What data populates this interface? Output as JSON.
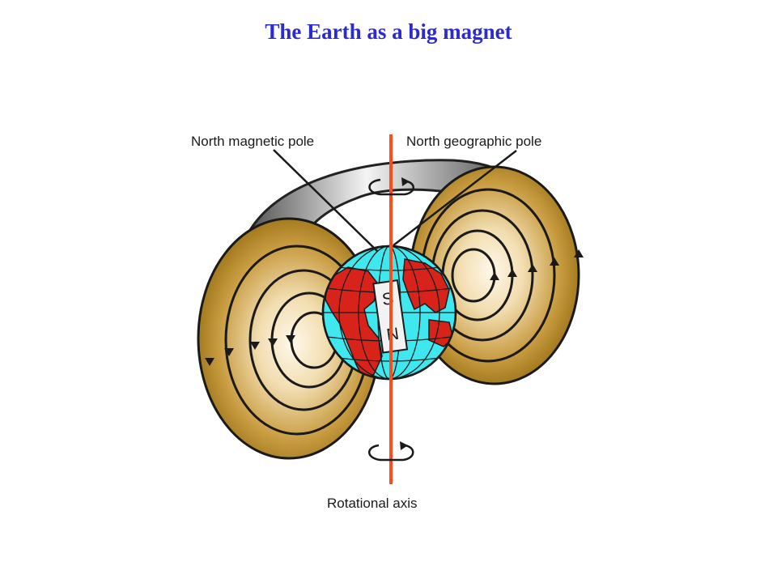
{
  "title": "The Earth as a big magnet",
  "labels": {
    "north_magnetic_pole": "North magnetic pole",
    "north_geographic_pole": "North geographic pole",
    "rotational_axis": "Rotational axis"
  },
  "magnet": {
    "top_letter": "S",
    "bottom_letter": "N"
  },
  "colors": {
    "title": "#2b2bcf",
    "axis": "#ff4d1a",
    "ocean": "#3ee8ee",
    "land": "#d8231a",
    "field_outer": "#9c7318",
    "field_inner": "#fff6e4",
    "torus_shadow": "#555555"
  }
}
